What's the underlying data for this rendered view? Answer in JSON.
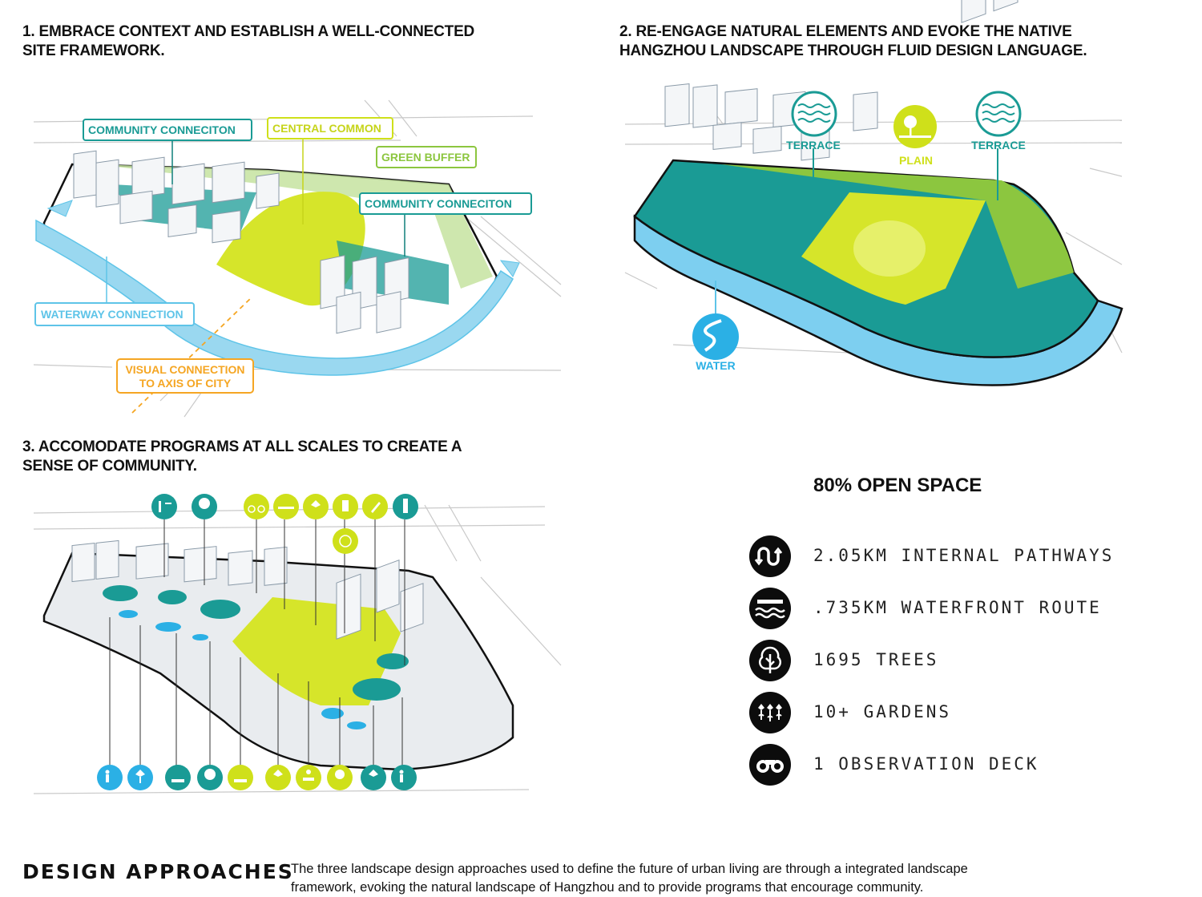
{
  "panel1": {
    "heading_line1": "1. EMBRACE CONTEXT AND ESTABLISH A WELL-CONNECTED",
    "heading_line2": "SITE FRAMEWORK.",
    "labels": {
      "community_connection_top": "COMMUNITY CONNECITON",
      "central_common": "CENTRAL COMMON",
      "green_buffer": "GREEN BUFFER",
      "community_connection_right": "COMMUNITY CONNECITON",
      "waterway_connection": "WATERWAY CONNECTION",
      "visual_connection_line1": "VISUAL CONNECTION",
      "visual_connection_line2": "TO AXIS OF CITY"
    }
  },
  "panel2": {
    "heading_line1": "2. RE-ENGAGE NATURAL ELEMENTS AND EVOKE THE NATIVE",
    "heading_line2": "HANGZHOU LANDSCAPE THROUGH FLUID DESIGN LANGUAGE.",
    "labels": {
      "terrace_left": "TERRACE",
      "plain": "PLAIN",
      "terrace_right": "TERRACE",
      "water": "WATER"
    }
  },
  "panel3": {
    "heading_line1": "3. ACCOMODATE PROGRAMS AT ALL SCALES TO CREATE A",
    "heading_line2": "SENSE OF COMMUNITY."
  },
  "stats": {
    "title": "80% OPEN SPACE",
    "items": [
      {
        "icon": "pathway-icon",
        "text": "2.05KM INTERNAL PATHWAYS"
      },
      {
        "icon": "waterfront-icon",
        "text": ".735KM WATERFRONT ROUTE"
      },
      {
        "icon": "tree-icon",
        "text": "1695 TREES"
      },
      {
        "icon": "garden-flower-icon",
        "text": "10+ GARDENS"
      },
      {
        "icon": "binoculars-icon",
        "text": "1 OBSERVATION DECK"
      }
    ]
  },
  "footer": {
    "title": "DESIGN APPROACHES",
    "text_line1": "The three landscape design approaches used to define the future of urban living are through a integrated landscape",
    "text_line2": "framework, evoking the natural landscape of Hangzhou and to provide programs that encourage community."
  },
  "colors": {
    "teal": "#1a9b95",
    "teal_dark": "#0f7f7a",
    "lime": "#cfe01a",
    "green": "#8cc63f",
    "water_blue": "#5ec4e8",
    "light_blue": "#9ad8f0",
    "orange": "#f5a623",
    "black": "#0c0c0c"
  }
}
